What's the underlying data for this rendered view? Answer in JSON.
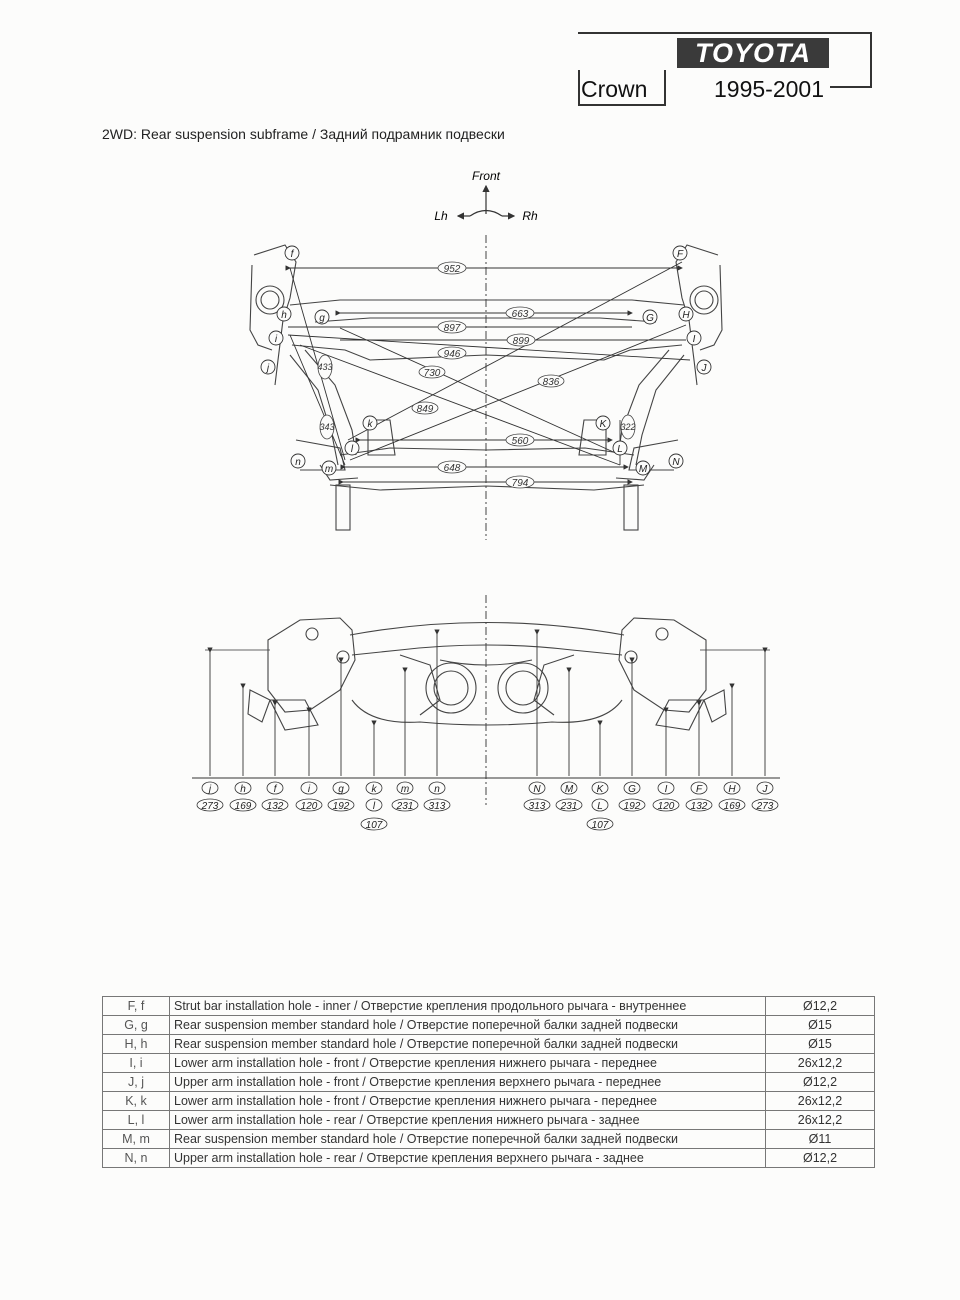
{
  "header": {
    "brand": "TOYOTA",
    "model": "Crown",
    "years": "1995-2001",
    "title": "2WD: Rear suspension subframe / Задний подрамник подвески"
  },
  "orientation": {
    "front": "Front",
    "left": "Lh",
    "right": "Rh"
  },
  "dimensions": {
    "d952": "952",
    "d663": "663",
    "d897": "897",
    "d899": "899",
    "d946": "946",
    "d730": "730",
    "d836": "836",
    "d849": "849",
    "d433": "433",
    "d343": "343",
    "d322": "322",
    "d560": "560",
    "d648": "648",
    "d794": "794"
  },
  "points_top": {
    "f": "f",
    "F": "F",
    "h": "h",
    "H": "H",
    "g": "g",
    "G": "G",
    "i": "i",
    "I": "I",
    "j": "j",
    "J": "J",
    "k": "k",
    "K": "K",
    "l": "l",
    "L": "L",
    "m": "m",
    "M": "M",
    "n": "n",
    "N": "N"
  },
  "heights_left": [
    {
      "label": "j",
      "value": "273"
    },
    {
      "label": "h",
      "value": "169"
    },
    {
      "label": "f",
      "value": "132"
    },
    {
      "label": "i",
      "value": "120"
    },
    {
      "label": "g",
      "value": "192"
    },
    {
      "label": "k",
      "value": "l"
    },
    {
      "label": "m",
      "value": "231"
    },
    {
      "label": "n",
      "value": "313"
    }
  ],
  "heights_right": [
    {
      "label": "N",
      "value": "313"
    },
    {
      "label": "M",
      "value": "231"
    },
    {
      "label": "K",
      "value": "L"
    },
    {
      "label": "G",
      "value": "192"
    },
    {
      "label": "I",
      "value": "120"
    },
    {
      "label": "F",
      "value": "132"
    },
    {
      "label": "H",
      "value": "169"
    },
    {
      "label": "J",
      "value": "273"
    }
  ],
  "height_kl_left": "107",
  "height_kl_right": "107",
  "spec_table": [
    {
      "code": "F, f",
      "desc": "Strut bar installation hole - inner / Отверстие крепления продольного рычага - внутреннее",
      "value": "Ø12,2"
    },
    {
      "code": "G, g",
      "desc": "Rear suspension member standard hole / Отверстие поперечной балки задней подвески",
      "value": "Ø15"
    },
    {
      "code": "H, h",
      "desc": "Rear suspension member standard hole / Отверстие поперечной балки задней подвески",
      "value": "Ø15"
    },
    {
      "code": "I, i",
      "desc": "Lower arm installation hole - front / Отверстие крепления нижнего рычага - переднее",
      "value": "26x12,2"
    },
    {
      "code": "J, j",
      "desc": "Upper arm installation hole - front / Отверстие крепления верхнего рычага - переднее",
      "value": "Ø12,2"
    },
    {
      "code": "K, k",
      "desc": "Lower arm installation hole - front / Отверстие крепления нижнего рычага - переднее",
      "value": "26x12,2"
    },
    {
      "code": "L, l",
      "desc": "Lower arm installation hole - rear / Отверстие крепления нижнего рычага - заднее",
      "value": "26x12,2"
    },
    {
      "code": "M, m",
      "desc": "Rear suspension member standard hole / Отверстие поперечной балки задней подвески",
      "value": "Ø11"
    },
    {
      "code": "N, n",
      "desc": "Upper arm installation hole - rear / Отверстие крепления верхнего рычага - заднее",
      "value": "Ø12,2"
    }
  ]
}
